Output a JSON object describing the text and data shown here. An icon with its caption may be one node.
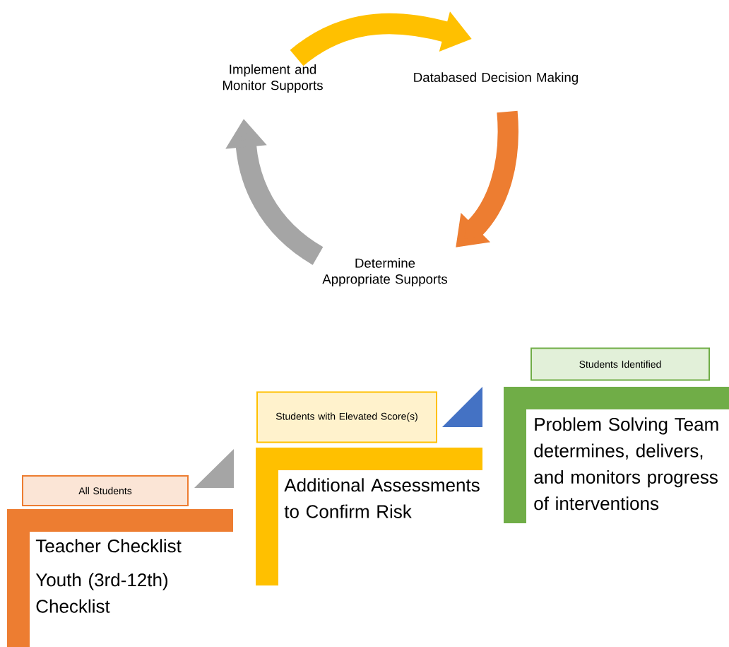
{
  "diagram": {
    "nodes": [
      {
        "text": [
          "Implement and Monitor Supports"
        ]
      },
      {
        "text": [
          "Databased Decision Making"
        ]
      },
      {
        "text": [
          "Determine Appropriate Supports"
        ]
      },
      {
        "text": [
          "All Students"
        ]
      },
      {
        "text": [
          "Teacher Checklist",
          "Youth (3rd-12th) Checklist"
        ]
      },
      {
        "text": [
          "Students with Elevated Score(s)"
        ]
      },
      {
        "text": [
          "Additional Assessments to Confirm Risk"
        ]
      },
      {
        "text": [
          "Students Identified"
        ]
      },
      {
        "text": [
          "Problem Solving Team determines, delivers, and monitors progress of interventions"
        ]
      }
    ],
    "edges": [
      {
        "from": 0,
        "to": 1,
        "arrow": "to",
        "color": "#ffc000"
      },
      {
        "from": 1,
        "to": 2,
        "arrow": "to",
        "color": "#ed7d31"
      },
      {
        "from": 2,
        "to": 0,
        "arrow": "to",
        "color": "#a5a5a5"
      }
    ]
  }
}
